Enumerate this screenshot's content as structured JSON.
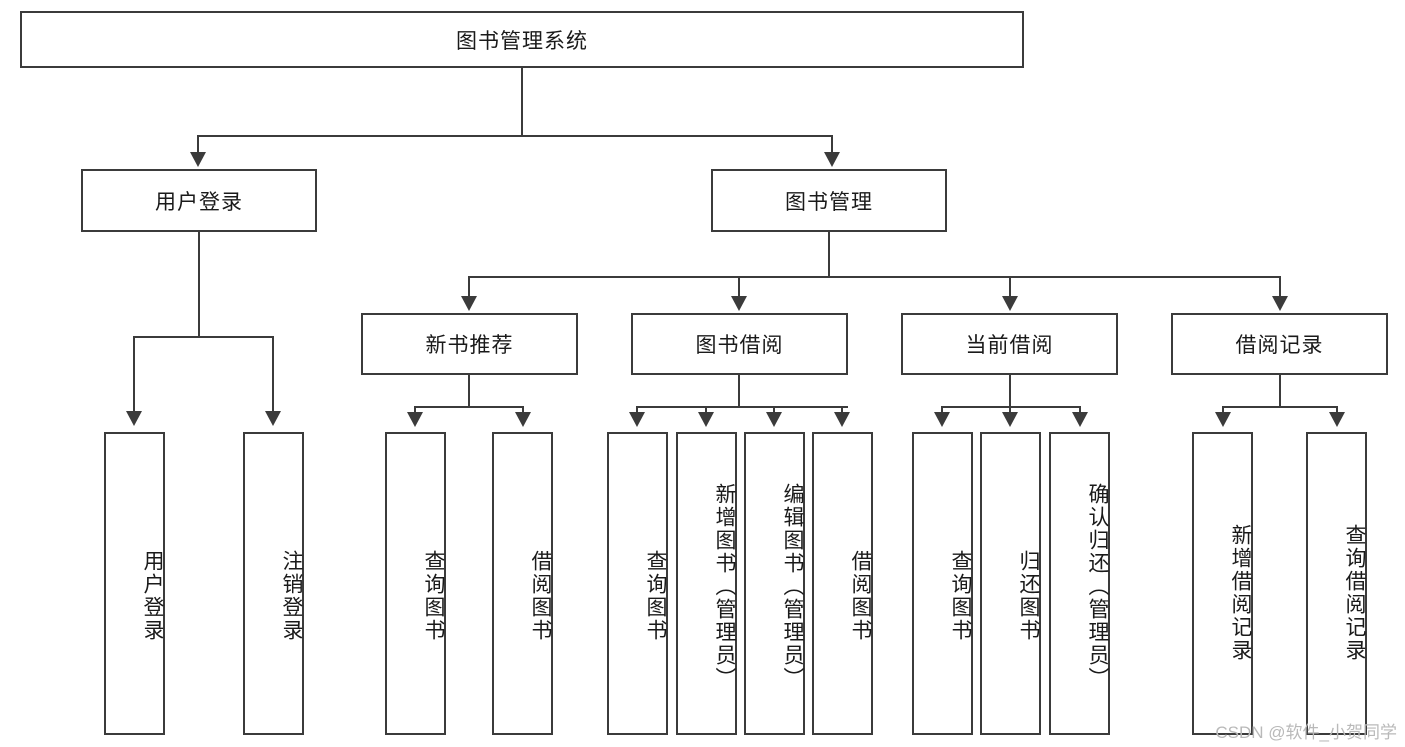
{
  "diagram": {
    "type": "tree-hierarchy-chart",
    "title": "图书管理系统",
    "root": {
      "label": "图书管理系统"
    },
    "level2": [
      {
        "id": "user-login",
        "label": "用户登录"
      },
      {
        "id": "book-management",
        "label": "图书管理"
      }
    ],
    "level3": [
      {
        "id": "new-book-recommend",
        "label": "新书推荐",
        "parent": "book-management"
      },
      {
        "id": "book-borrow",
        "label": "图书借阅",
        "parent": "book-management"
      },
      {
        "id": "current-borrow",
        "label": "当前借阅",
        "parent": "book-management"
      },
      {
        "id": "borrow-record",
        "label": "借阅记录",
        "parent": "book-management"
      }
    ],
    "leaves": {
      "user-login": [
        {
          "id": "leaf-user-login",
          "label": "用户登录"
        },
        {
          "id": "leaf-logout",
          "label": "注销登录"
        }
      ],
      "new-book-recommend": [
        {
          "id": "leaf-query-book-1",
          "label": "查询图书"
        },
        {
          "id": "leaf-borrow-book-1",
          "label": "借阅图书"
        }
      ],
      "book-borrow": [
        {
          "id": "leaf-query-book-2",
          "label": "查询图书"
        },
        {
          "id": "leaf-add-book",
          "label": "新增图书（管理员）"
        },
        {
          "id": "leaf-edit-book",
          "label": "编辑图书（管理员）"
        },
        {
          "id": "leaf-borrow-book-2",
          "label": "借阅图书"
        }
      ],
      "current-borrow": [
        {
          "id": "leaf-query-book-3",
          "label": "查询图书"
        },
        {
          "id": "leaf-return-book",
          "label": "归还图书"
        },
        {
          "id": "leaf-confirm-return",
          "label": "确认归还（管理员）"
        }
      ],
      "borrow-record": [
        {
          "id": "leaf-add-record",
          "label": "新增借阅记录"
        },
        {
          "id": "leaf-query-record",
          "label": "查询借阅记录"
        }
      ]
    }
  },
  "watermark": {
    "text": "CSDN @软件_小贺同学"
  },
  "colors": {
    "stroke": "#3b3b3b",
    "background": "#ffffff",
    "text": "#1a1a1a",
    "watermark": "#b9b9b9"
  }
}
